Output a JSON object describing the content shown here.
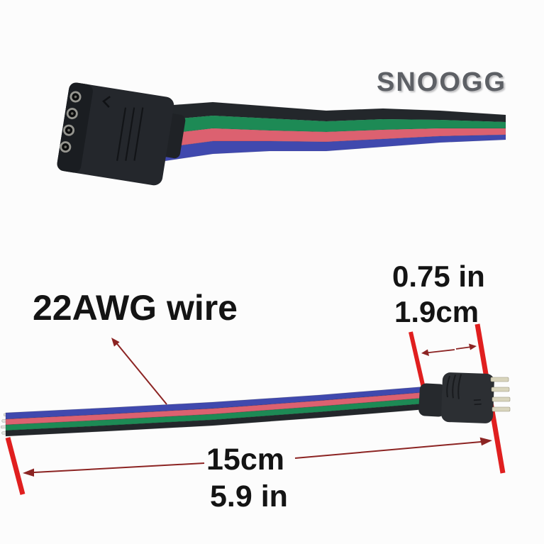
{
  "brand": {
    "name": "SNOOGG"
  },
  "annotations": {
    "wire_gauge_label": "22AWG wire",
    "connector_width_inches": "0.75 in",
    "connector_width_cm": "1.9cm",
    "cable_length_cm": "15cm",
    "cable_length_inches": "5.9 in"
  },
  "colors": {
    "wire_black": "#23272b",
    "wire_green": "#1d8a55",
    "wire_red": "#dc6170",
    "wire_blue": "#4049ae",
    "tick_red": "#e01f1f",
    "dim_arrow_red": "#8c2423",
    "connector_body": "#2c2f33",
    "connector_dark": "#1f2226",
    "pin_metal": "#d8d4bc",
    "label_text": "#141414",
    "brand_text": "#5d6065"
  }
}
